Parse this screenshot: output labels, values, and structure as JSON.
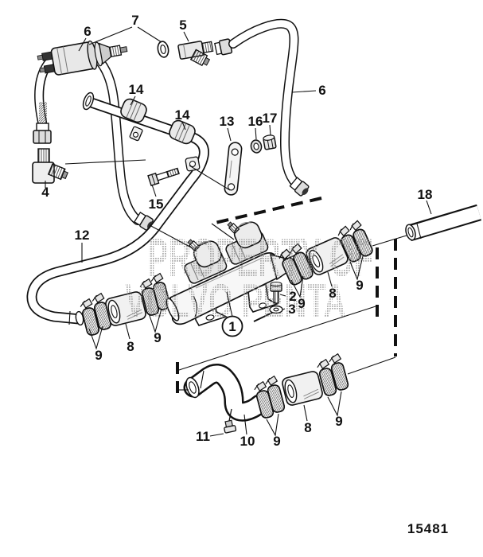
{
  "figure_number": "15481",
  "watermark": {
    "line1": "PROPERTY OF",
    "line2": "VOLVO PENTA"
  },
  "callouts": {
    "1": "1",
    "2": "2",
    "3": "3",
    "4": "4",
    "5": "5",
    "6": "6",
    "7": "7",
    "8": "8",
    "9": "9",
    "10": "10",
    "11": "11",
    "12": "12",
    "13": "13",
    "14": "14",
    "15": "15",
    "16": "16",
    "17": "17",
    "18": "18"
  }
}
